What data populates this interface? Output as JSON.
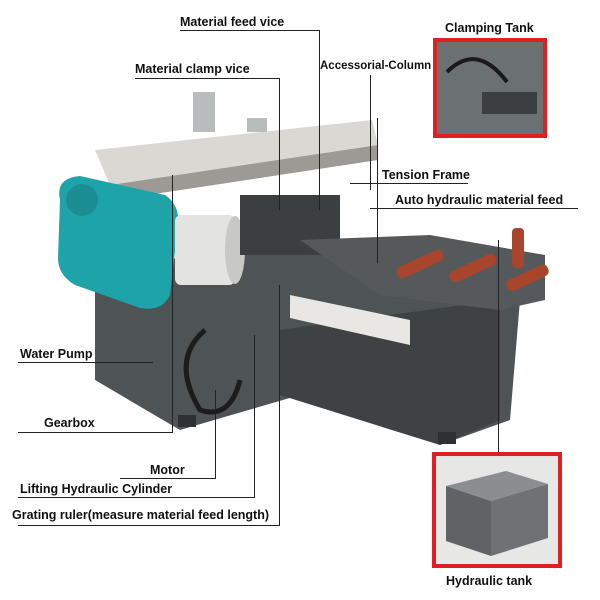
{
  "labels": {
    "material_feed_vice": "Material feed vice",
    "clamping_tank": "Clamping Tank",
    "material_clamp_vice": "Material clamp vice",
    "accessorial_column": "Accessorial-Column",
    "tension_frame": "Tension Frame",
    "auto_hydraulic_material_feed": "Auto hydraulic material feed",
    "water_pump": "Water Pump",
    "gearbox": "Gearbox",
    "motor": "Motor",
    "lifting_hydraulic_cylinder": "Lifting Hydraulic Cylinder",
    "grating_ruler": "Grating ruler(measure material feed length)",
    "hydraulic_tank": "Hydraulic tank"
  },
  "colors": {
    "inset_border": "#e02020",
    "motor_teal": "#1ea3a8",
    "machine_gray": "#4e5355",
    "feed_rollers": "#a8452c"
  }
}
